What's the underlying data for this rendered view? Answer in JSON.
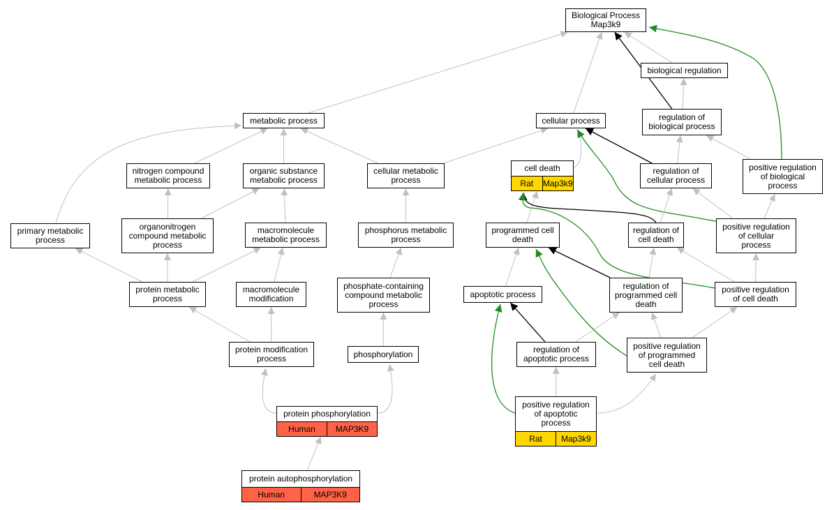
{
  "colors": {
    "gray": "#c0c0c0",
    "black": "#000000",
    "green": "#228b22",
    "human": "#ff6347",
    "rat": "#ffd700",
    "node_bg": "#ffffff"
  },
  "nodes": [
    {
      "id": "bp",
      "label": "Biological Process\nMap3k9"
    },
    {
      "id": "breg",
      "label": "biological regulation"
    },
    {
      "id": "metab",
      "label": "metabolic process"
    },
    {
      "id": "cellproc",
      "label": "cellular process"
    },
    {
      "id": "regbio",
      "label": "regulation of\nbiological process"
    },
    {
      "id": "nitro",
      "label": "nitrogen compound\nmetabolic process"
    },
    {
      "id": "organic",
      "label": "organic substance\nmetabolic process"
    },
    {
      "id": "cellmet",
      "label": "cellular metabolic\nprocess"
    },
    {
      "id": "celldeath",
      "label": "cell death",
      "ann": [
        "Rat",
        "Map3k9"
      ],
      "ann_color": "rat"
    },
    {
      "id": "regcell",
      "label": "regulation of\ncellular process"
    },
    {
      "id": "posbio",
      "label": "positive regulation\nof biological\nprocess"
    },
    {
      "id": "primary",
      "label": "primary metabolic\nprocess"
    },
    {
      "id": "organonitro",
      "label": "organonitrogen\ncompound metabolic\nprocess"
    },
    {
      "id": "macromet",
      "label": "macromolecule\nmetabolic process"
    },
    {
      "id": "phosmet",
      "label": "phosphorus metabolic\nprocess"
    },
    {
      "id": "pcd",
      "label": "programmed cell\ndeath"
    },
    {
      "id": "regcd",
      "label": "regulation of\ncell death"
    },
    {
      "id": "poscell",
      "label": "positive regulation\nof cellular\nprocess"
    },
    {
      "id": "protmet",
      "label": "protein metabolic\nprocess"
    },
    {
      "id": "macromod",
      "label": "macromolecule\nmodification"
    },
    {
      "id": "phoscont",
      "label": "phosphate-containing\ncompound metabolic\nprocess"
    },
    {
      "id": "apop",
      "label": "apoptotic process"
    },
    {
      "id": "regpcd",
      "label": "regulation of\nprogrammed cell\ndeath"
    },
    {
      "id": "poscd",
      "label": "positive regulation\nof cell death"
    },
    {
      "id": "protmod",
      "label": "protein modification\nprocess"
    },
    {
      "id": "phosph",
      "label": "phosphorylation"
    },
    {
      "id": "regapop",
      "label": "regulation of\napoptotic process"
    },
    {
      "id": "pospcd",
      "label": "positive regulation\nof programmed\ncell death"
    },
    {
      "id": "protphos",
      "label": "protein phosphorylation",
      "ann": [
        "Human",
        "MAP3K9"
      ],
      "ann_color": "human"
    },
    {
      "id": "posapop",
      "label": "positive regulation\nof apoptotic\nprocess",
      "ann": [
        "Rat",
        "Map3k9"
      ],
      "ann_color": "rat"
    },
    {
      "id": "protauto",
      "label": "protein autophosphorylation",
      "ann": [
        "Human",
        "MAP3K9"
      ],
      "ann_color": "human"
    }
  ],
  "edges": [
    {
      "from": "metab",
      "to": "bp",
      "type": "gray"
    },
    {
      "from": "cellproc",
      "to": "bp",
      "type": "gray"
    },
    {
      "from": "breg",
      "to": "bp",
      "type": "gray"
    },
    {
      "from": "regbio",
      "to": "bp",
      "type": "black"
    },
    {
      "from": "posbio",
      "to": "bp",
      "type": "green"
    },
    {
      "from": "regbio",
      "to": "breg",
      "type": "gray"
    },
    {
      "from": "nitro",
      "to": "metab",
      "type": "gray"
    },
    {
      "from": "organic",
      "to": "metab",
      "type": "gray"
    },
    {
      "from": "cellmet",
      "to": "metab",
      "type": "gray"
    },
    {
      "from": "primary",
      "to": "metab",
      "type": "gray"
    },
    {
      "from": "cellmet",
      "to": "cellproc",
      "type": "gray"
    },
    {
      "from": "celldeath",
      "to": "cellproc",
      "type": "gray"
    },
    {
      "from": "regcell",
      "to": "cellproc",
      "type": "black"
    },
    {
      "from": "poscell",
      "to": "cellproc",
      "type": "green"
    },
    {
      "from": "regcell",
      "to": "regbio",
      "type": "gray"
    },
    {
      "from": "posbio",
      "to": "regbio",
      "type": "gray"
    },
    {
      "from": "organonitro",
      "to": "nitro",
      "type": "gray"
    },
    {
      "from": "organonitro",
      "to": "organic",
      "type": "gray"
    },
    {
      "from": "macromet",
      "to": "organic",
      "type": "gray"
    },
    {
      "from": "phosmet",
      "to": "cellmet",
      "type": "gray"
    },
    {
      "from": "pcd",
      "to": "celldeath",
      "type": "gray"
    },
    {
      "from": "regcd",
      "to": "celldeath",
      "type": "black"
    },
    {
      "from": "poscd",
      "to": "celldeath",
      "type": "green"
    },
    {
      "from": "regcd",
      "to": "regcell",
      "type": "gray"
    },
    {
      "from": "poscell",
      "to": "regcell",
      "type": "gray"
    },
    {
      "from": "poscell",
      "to": "posbio",
      "type": "gray"
    },
    {
      "from": "protmet",
      "to": "primary",
      "type": "gray"
    },
    {
      "from": "protmet",
      "to": "organonitro",
      "type": "gray"
    },
    {
      "from": "protmet",
      "to": "macromet",
      "type": "gray"
    },
    {
      "from": "macromod",
      "to": "macromet",
      "type": "gray"
    },
    {
      "from": "phoscont",
      "to": "phosmet",
      "type": "gray"
    },
    {
      "from": "apop",
      "to": "pcd",
      "type": "gray"
    },
    {
      "from": "regpcd",
      "to": "pcd",
      "type": "black"
    },
    {
      "from": "pospcd",
      "to": "pcd",
      "type": "green"
    },
    {
      "from": "regpcd",
      "to": "regcd",
      "type": "gray"
    },
    {
      "from": "poscd",
      "to": "regcd",
      "type": "gray"
    },
    {
      "from": "poscd",
      "to": "poscell",
      "type": "gray"
    },
    {
      "from": "protmod",
      "to": "protmet",
      "type": "gray"
    },
    {
      "from": "protmod",
      "to": "macromod",
      "type": "gray"
    },
    {
      "from": "phosph",
      "to": "phoscont",
      "type": "gray"
    },
    {
      "from": "regapop",
      "to": "apop",
      "type": "black"
    },
    {
      "from": "posapop",
      "to": "apop",
      "type": "green"
    },
    {
      "from": "regapop",
      "to": "regpcd",
      "type": "gray"
    },
    {
      "from": "pospcd",
      "to": "regpcd",
      "type": "gray"
    },
    {
      "from": "pospcd",
      "to": "poscd",
      "type": "gray"
    },
    {
      "from": "protphos",
      "to": "protmod",
      "type": "gray"
    },
    {
      "from": "protphos",
      "to": "phosph",
      "type": "gray"
    },
    {
      "from": "posapop",
      "to": "regapop",
      "type": "gray"
    },
    {
      "from": "posapop",
      "to": "pospcd",
      "type": "gray"
    },
    {
      "from": "protauto",
      "to": "protphos",
      "type": "gray"
    }
  ]
}
